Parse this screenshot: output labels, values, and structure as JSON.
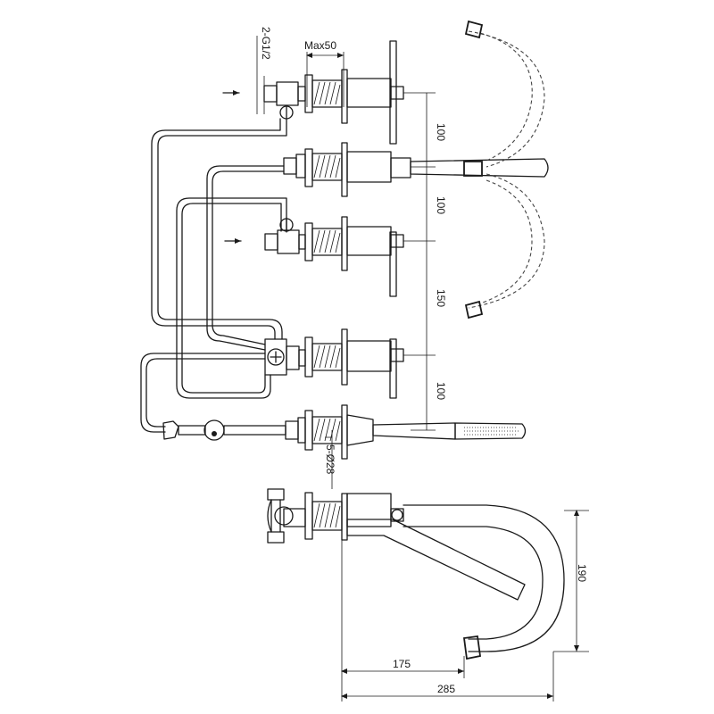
{
  "labels": {
    "connection": "2-G1/2",
    "max_thickness": "Max50",
    "holes": "5-Ø28"
  },
  "dimensions": {
    "spacing_1": "100",
    "spacing_2": "100",
    "spacing_3": "150",
    "spacing_4": "100",
    "height": "190",
    "reach": "175",
    "length": "285"
  },
  "colors": {
    "line": "#1a1a1a",
    "background": "#ffffff"
  }
}
